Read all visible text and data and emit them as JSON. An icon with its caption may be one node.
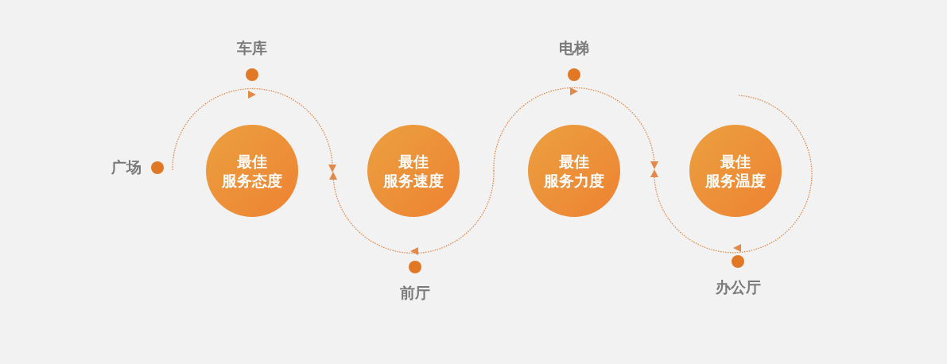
{
  "diagram": {
    "nodes": [
      {
        "text": [],
        "shape": "circle",
        "beside": [
          "广场"
        ]
      },
      {
        "text": [],
        "shape": "circle",
        "beside": [
          "车库"
        ]
      },
      {
        "text": [
          "最佳",
          "服务态度"
        ]
      },
      {
        "text": [
          "最佳",
          "服务速度"
        ]
      },
      {
        "text": [],
        "shape": "circle",
        "beside": [
          "前厅"
        ]
      },
      {
        "text": [],
        "shape": "circle",
        "beside": [
          "电梯"
        ]
      },
      {
        "text": [
          "最佳",
          "服务力度"
        ]
      },
      {
        "text": [
          "最佳",
          "服务温度"
        ]
      },
      {
        "text": [],
        "shape": "circle",
        "beside": [
          "办公厅"
        ]
      }
    ]
  }
}
